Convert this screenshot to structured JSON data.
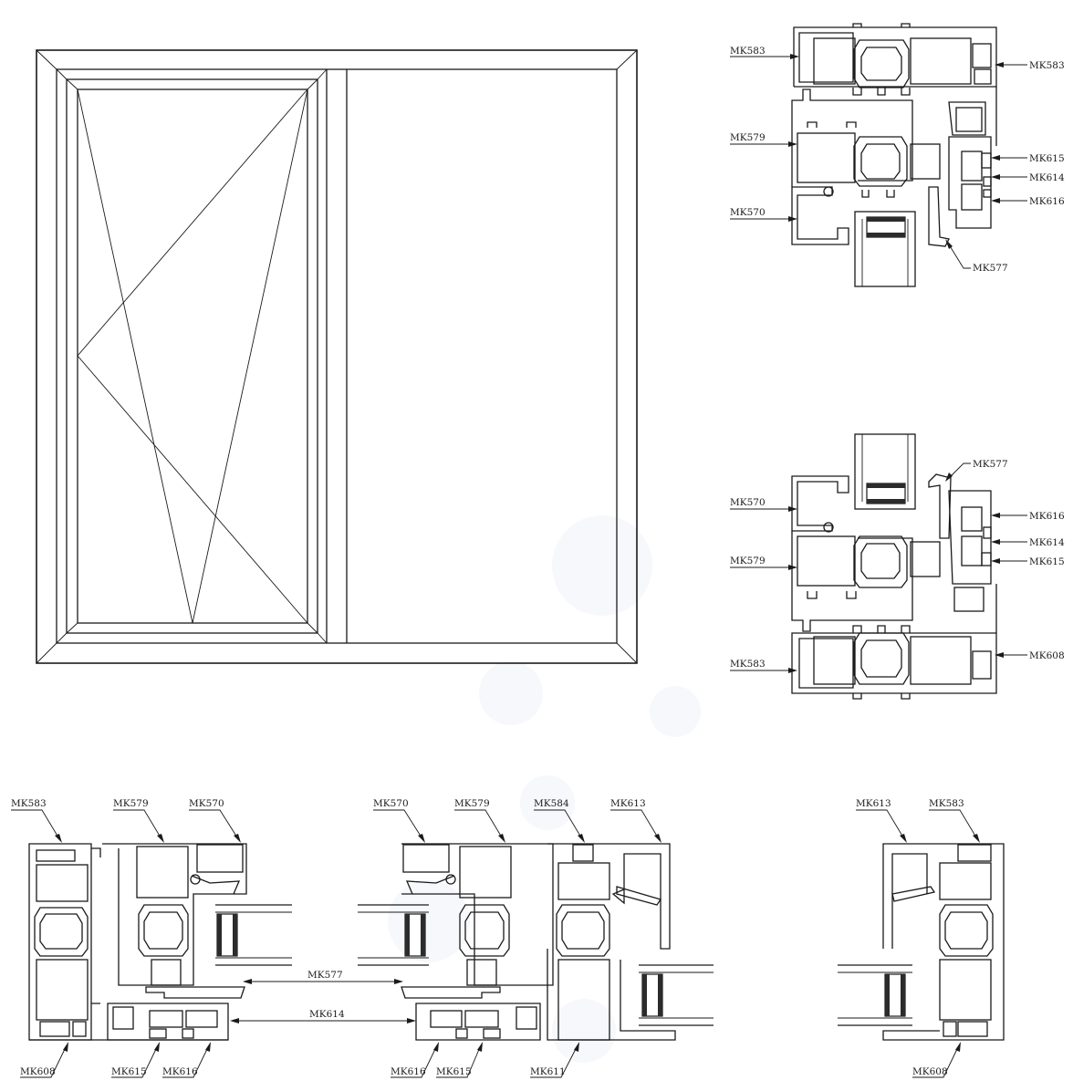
{
  "window_elevation": {
    "panes": [
      "casement-opening-sash",
      "fixed-light"
    ]
  },
  "section_top": {
    "labels": [
      "MK583",
      "MK583",
      "MK579",
      "MK615",
      "MK614",
      "MK570",
      "MK616",
      "MK577"
    ]
  },
  "section_bottom": {
    "labels": [
      "MK577",
      "MK570",
      "MK616",
      "MK614",
      "MK579",
      "MK615",
      "MK583",
      "MK608"
    ]
  },
  "section_horizontal_left": {
    "labels": [
      "MK583",
      "MK579",
      "MK570",
      "MK577",
      "MK614",
      "MK608",
      "MK615",
      "MK616"
    ]
  },
  "section_horizontal_mid": {
    "labels": [
      "MK570",
      "MK579",
      "MK584",
      "MK613",
      "MK616",
      "MK615",
      "MK611"
    ]
  },
  "section_horizontal_right": {
    "labels": [
      "MK613",
      "MK583",
      "MK608"
    ]
  },
  "colors": {
    "line": "#1a1a1a",
    "background": "#ffffff",
    "watermark": "#eef2f7"
  }
}
